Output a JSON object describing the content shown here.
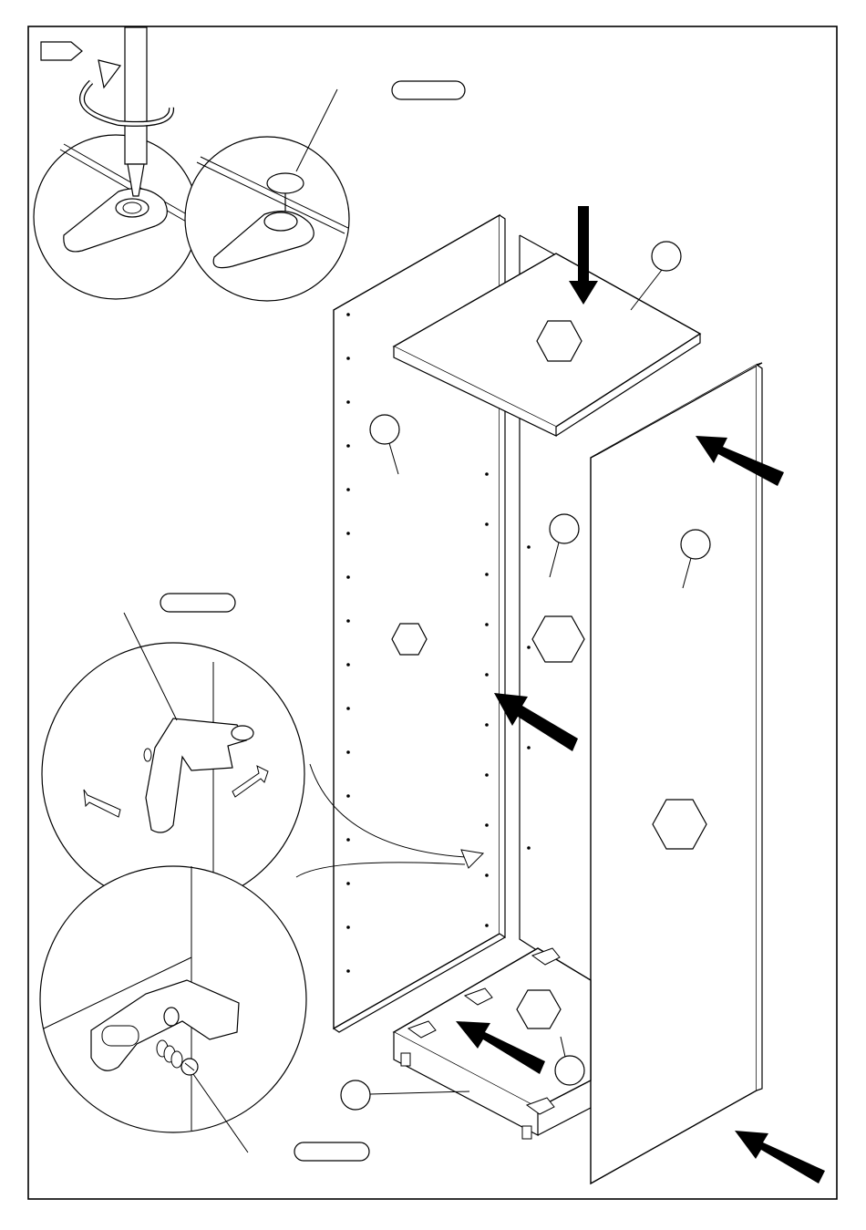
{
  "diagram": {
    "kind": "furniture-assembly-step",
    "style": "black line art on white",
    "colors": {
      "ink": "#000000",
      "paper": "#ffffff",
      "hexagon_fill": "#ffffff"
    },
    "detail_views": [
      {
        "name": "screwdriver-tightening-cam-lock",
        "icon": "screwdriver-icon"
      },
      {
        "name": "cam-lock-tightened-with-pointer",
        "icon": "cam-lock-icon"
      },
      {
        "name": "corner-bracket-detail",
        "icon": "bracket-icon"
      },
      {
        "name": "dowel-screw-detail",
        "icon": "dowel-icon"
      }
    ],
    "parts": [
      {
        "name": "left-side-panel"
      },
      {
        "name": "top-panel"
      },
      {
        "name": "back-panel"
      },
      {
        "name": "right-side-panel"
      },
      {
        "name": "bottom-panel"
      }
    ],
    "blank_part_labels": 8,
    "blank_hexagon_labels": 6,
    "blank_quantity_tags": 4,
    "assembly_arrows": 5
  }
}
